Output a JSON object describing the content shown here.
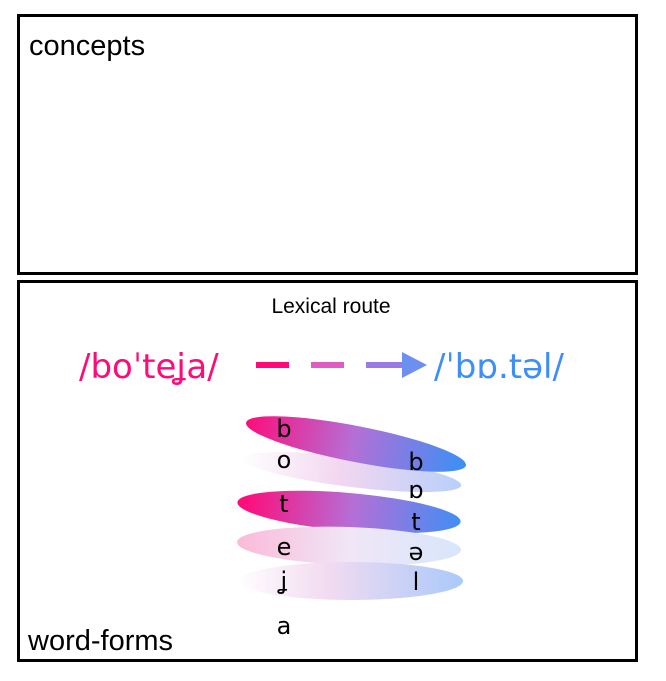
{
  "concepts_panel": {
    "label": "concepts"
  },
  "wordforms_panel": {
    "label": "word-forms"
  },
  "route": {
    "title": "Lexical route",
    "source_word": "/boˈteʝa/",
    "target_word": "/ˈbɒ.təl/"
  },
  "source_segments": [
    "b",
    "o",
    "t",
    "e",
    "ʝ",
    "a"
  ],
  "target_segments": [
    "b",
    "ɒ",
    "t",
    "ə",
    "l"
  ],
  "colors": {
    "source": "#ff0a78",
    "target": "#3d8ff5",
    "arrow_mid": "#b46fd6"
  }
}
